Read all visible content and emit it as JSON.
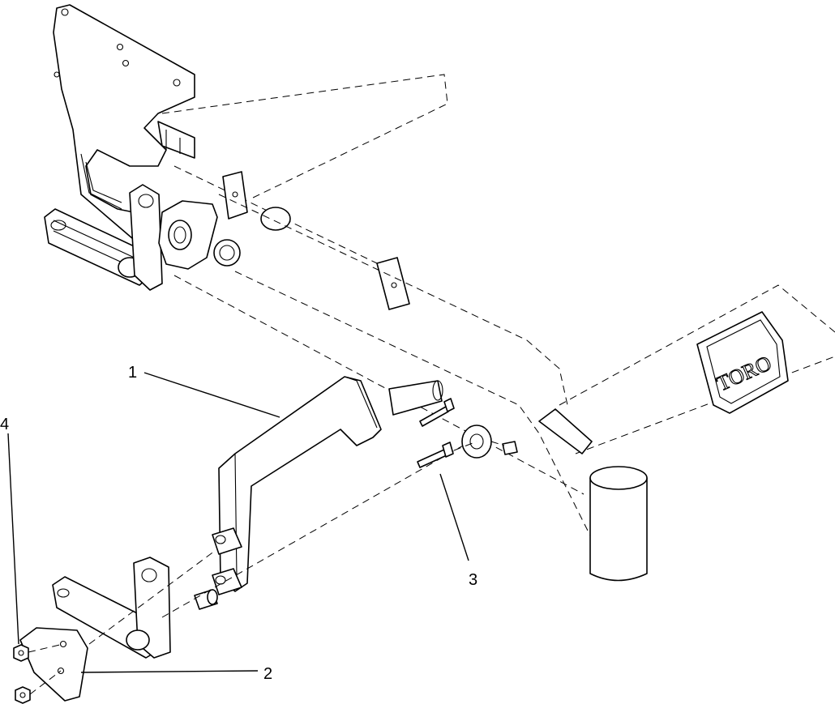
{
  "callouts": [
    {
      "id": "1",
      "label": "1"
    },
    {
      "id": "2",
      "label": "2"
    },
    {
      "id": "3",
      "label": "3"
    },
    {
      "id": "4",
      "label": "4"
    }
  ],
  "logo": {
    "text": "TORO"
  }
}
